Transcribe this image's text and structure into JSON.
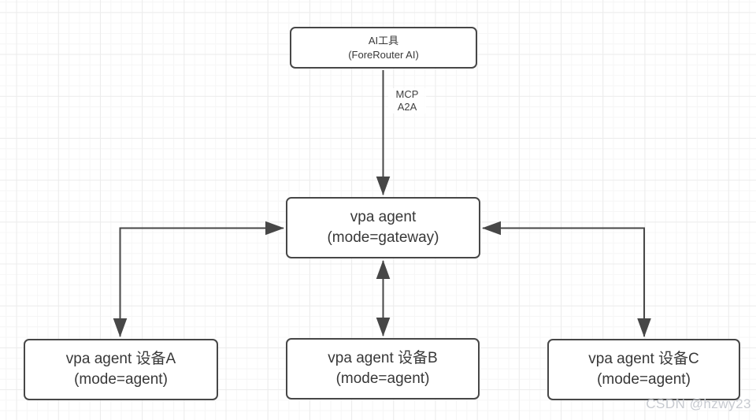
{
  "diagram": {
    "type": "flow-diagram",
    "nodes": {
      "ai_tool": {
        "line1": "AI工具",
        "line2": "(ForeRouter AI)"
      },
      "gateway": {
        "line1": "vpa agent",
        "line2": "(mode=gateway)"
      },
      "device_a": {
        "line1": "vpa agent 设备A",
        "line2": "(mode=agent)"
      },
      "device_b": {
        "line1": "vpa agent 设备B",
        "line2": "(mode=agent)"
      },
      "device_c": {
        "line1": "vpa agent 设备C",
        "line2": "(mode=agent)"
      }
    },
    "edges": [
      {
        "from": "ai_tool",
        "to": "gateway",
        "direction": "one-way",
        "labels": [
          "MCP",
          "A2A"
        ]
      },
      {
        "from": "gateway",
        "to": "device_a",
        "direction": "two-way",
        "labels": []
      },
      {
        "from": "gateway",
        "to": "device_b",
        "direction": "two-way",
        "labels": []
      },
      {
        "from": "gateway",
        "to": "device_c",
        "direction": "two-way",
        "labels": []
      }
    ],
    "colors": {
      "stroke": "#474747",
      "node_fill": "#ffffff",
      "text": "#383838",
      "grid_minor": "#f6f6f6",
      "grid_major": "#ececec",
      "watermark": "#c7cad0"
    }
  },
  "watermark": {
    "text": "CSDN @hzwy23"
  }
}
